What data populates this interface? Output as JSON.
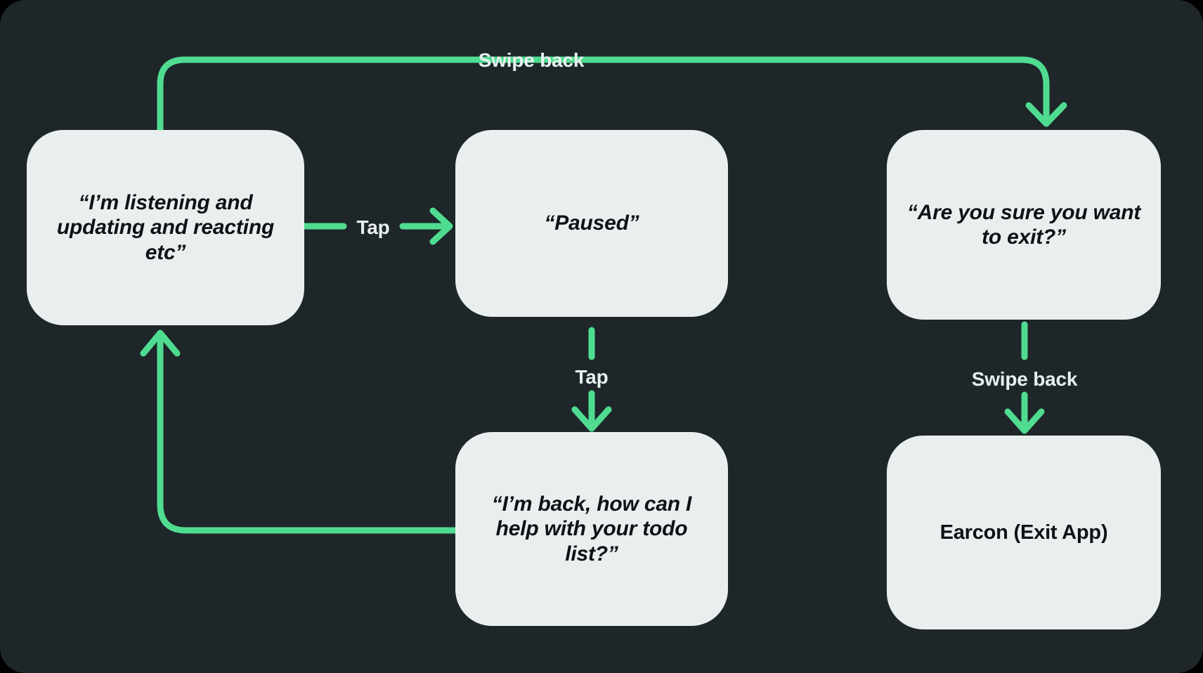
{
  "canvas": {
    "background_color": "#1e2629",
    "node_fill_color": "#e8efee",
    "node_text_color": "#0d1214",
    "arrow_color": "#4fdc91",
    "label_text_color": "#e8efee"
  },
  "diagram": {
    "type": "flowchart",
    "title": "",
    "nodes": [
      {
        "id": "listening",
        "label": "“I’m listening and updating and reacting etc”",
        "style": "quote"
      },
      {
        "id": "paused",
        "label": "“Paused”",
        "style": "quote"
      },
      {
        "id": "confirm-exit",
        "label": "“Are you sure you want to exit?”",
        "style": "quote"
      },
      {
        "id": "im-back",
        "label": "“I’m back, how can I help with your todo list?”",
        "style": "quote"
      },
      {
        "id": "earcon",
        "label": "Earcon (Exit App)",
        "style": "plain"
      }
    ],
    "edges": [
      {
        "id": "listening-to-paused",
        "from": "listening",
        "to": "paused",
        "label": "Tap",
        "direction": "right"
      },
      {
        "id": "listening-to-confirm",
        "from": "listening",
        "to": "confirm-exit",
        "label": "Swipe back",
        "direction": "down"
      },
      {
        "id": "paused-to-imback",
        "from": "paused",
        "to": "im-back",
        "label": "Tap",
        "direction": "down"
      },
      {
        "id": "imback-to-listening",
        "from": "im-back",
        "to": "listening",
        "label": "",
        "direction": "up"
      },
      {
        "id": "confirm-to-earcon",
        "from": "confirm-exit",
        "to": "earcon",
        "label": "Swipe back",
        "direction": "down"
      }
    ],
    "edge_labels": {
      "tap_right": "Tap",
      "tap_down": "Tap",
      "swipe_back_top": "Swipe back",
      "swipe_back_right": "Swipe back"
    }
  }
}
